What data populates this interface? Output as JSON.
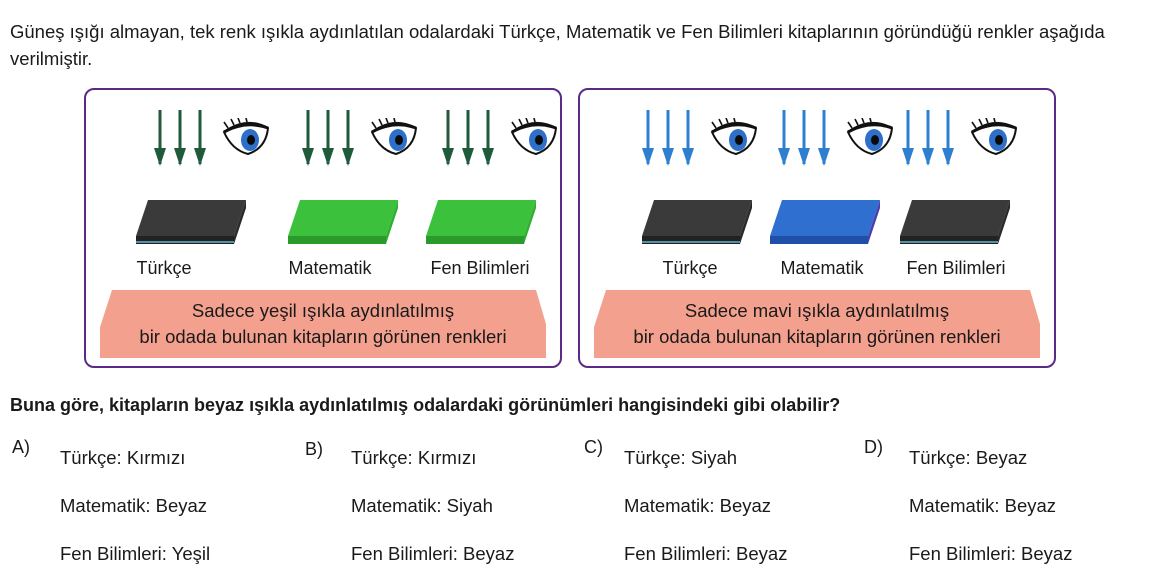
{
  "intro_text": "Güneş ışığı almayan, tek renk ışıkla aydınlatılan odalardaki Türkçe, Matematik ve Fen Bilimleri kitaplarının göründüğü renkler aşağıda verilmiştir.",
  "panels": [
    {
      "light_color": "#1f5a3a",
      "labels": [
        "Türkçe",
        "Matematik",
        "Fen Bilimleri"
      ],
      "book_colors": [
        "#3a3a3a",
        "#3cc13c",
        "#3cc13c"
      ],
      "banner_line1": "Sadece yeşil ışıkla aydınlatılmış",
      "banner_line2": "bir odada bulunan kitapların görünen renkleri"
    },
    {
      "light_color": "#2f7fd0",
      "labels": [
        "Türkçe",
        "Matematik",
        "Fen Bilimleri"
      ],
      "book_colors": [
        "#3a3a3a",
        "#2f6fcf",
        "#3a3a3a"
      ],
      "banner_line1": "Sadece mavi ışıkla aydınlatılmış",
      "banner_line2": "bir odada bulunan kitapların görünen renkleri"
    }
  ],
  "banner_color": "#f4a08f",
  "frame_color": "#5b2a86",
  "question": "Buna göre, kitapların beyaz ışıkla aydınlatılmış odalardaki görünümleri hangisindeki gibi olabilir?",
  "options": [
    {
      "letter": "A)",
      "lines": [
        "Türkçe: Kırmızı",
        "Matematik: Beyaz",
        "Fen Bilimleri: Yeşil"
      ]
    },
    {
      "letter": "B)",
      "lines": [
        "Türkçe: Kırmızı",
        "Matematik: Siyah",
        "Fen Bilimleri: Beyaz"
      ]
    },
    {
      "letter": "C)",
      "lines": [
        "Türkçe: Siyah",
        "Matematik: Beyaz",
        "Fen Bilimleri: Beyaz"
      ]
    },
    {
      "letter": "D)",
      "lines": [
        "Türkçe: Beyaz",
        "Matematik: Beyaz",
        "Fen Bilimleri: Beyaz"
      ]
    }
  ]
}
